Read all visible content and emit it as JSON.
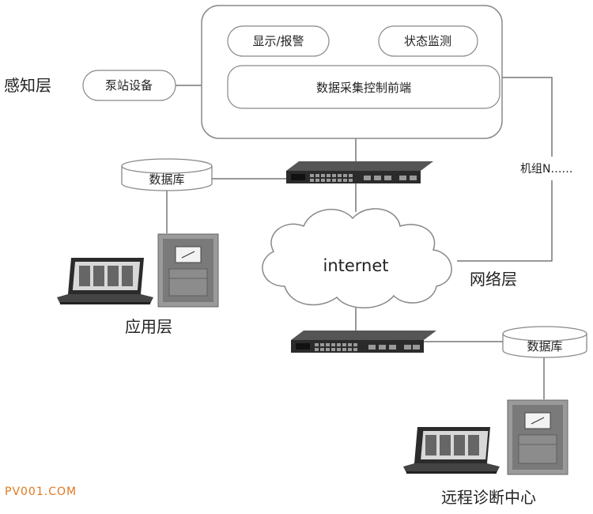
{
  "layers": {
    "perception": "感知层",
    "network": "网络层",
    "application": "应用层",
    "remote_center": "远程诊断中心"
  },
  "boxes": {
    "display_alarm": "显示/报警",
    "status_monitor": "状态监测",
    "data_acq_front": "数据采集控制前端",
    "pump_station": "泵站设备"
  },
  "database_label": "数据库",
  "internet_label": "internet",
  "unit_n_label": "机组N……",
  "watermark": "PV001.COM",
  "colors": {
    "line": "#777777",
    "text": "#222222",
    "device_dark": "#2b2b2b",
    "cabinet_body": "#9a9a9a",
    "watermark": "#e07820"
  }
}
